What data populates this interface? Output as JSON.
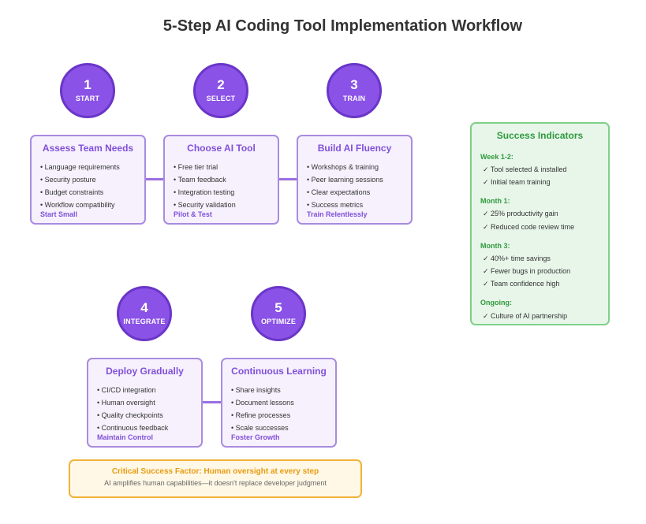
{
  "title": "5-Step AI Coding Tool Implementation Workflow",
  "steps": [
    {
      "number": "1",
      "label": "START",
      "title": "Assess Team Needs",
      "items": [
        "Language requirements",
        "Security posture",
        "Budget constraints",
        "Workflow compatibility"
      ],
      "tagline": "Start Small"
    },
    {
      "number": "2",
      "label": "SELECT",
      "title": "Choose AI Tool",
      "items": [
        "Free tier trial",
        "Team feedback",
        "Integration testing",
        "Security validation"
      ],
      "tagline": "Pilot & Test"
    },
    {
      "number": "3",
      "label": "TRAIN",
      "title": "Build AI Fluency",
      "items": [
        "Workshops & training",
        "Peer learning sessions",
        "Clear expectations",
        "Success metrics"
      ],
      "tagline": "Train Relentlessly"
    },
    {
      "number": "4",
      "label": "INTEGRATE",
      "title": "Deploy Gradually",
      "items": [
        "CI/CD integration",
        "Human oversight",
        "Quality checkpoints",
        "Continuous feedback"
      ],
      "tagline": "Maintain Control"
    },
    {
      "number": "5",
      "label": "OPTIMIZE",
      "title": "Continuous Learning",
      "items": [
        "Share insights",
        "Document lessons",
        "Refine processes",
        "Scale successes"
      ],
      "tagline": "Foster Growth"
    }
  ],
  "success": {
    "title": "Success Indicators",
    "groups": [
      {
        "period": "Week 1-2:",
        "items": [
          "✓ Tool selected & installed",
          "✓ Initial team training"
        ]
      },
      {
        "period": "Month 1:",
        "items": [
          "✓ 25% productivity gain",
          "✓ Reduced code review time"
        ]
      },
      {
        "period": "Month 3:",
        "items": [
          "✓ 40%+ time savings",
          "✓ Fewer bugs in production",
          "✓ Team confidence high"
        ]
      },
      {
        "period": "Ongoing:",
        "items": [
          "✓ Culture of AI partnership"
        ]
      }
    ]
  },
  "critical": {
    "title": "Critical Success Factor: Human oversight at every step",
    "subtitle": "AI amplifies human capabilities—it doesn't replace developer judgment"
  },
  "colors": {
    "accent_purple": "#8a52e6",
    "card_border": "#a98be0",
    "success_green": "#2e9a3d",
    "critical_orange": "#f2b23a"
  }
}
